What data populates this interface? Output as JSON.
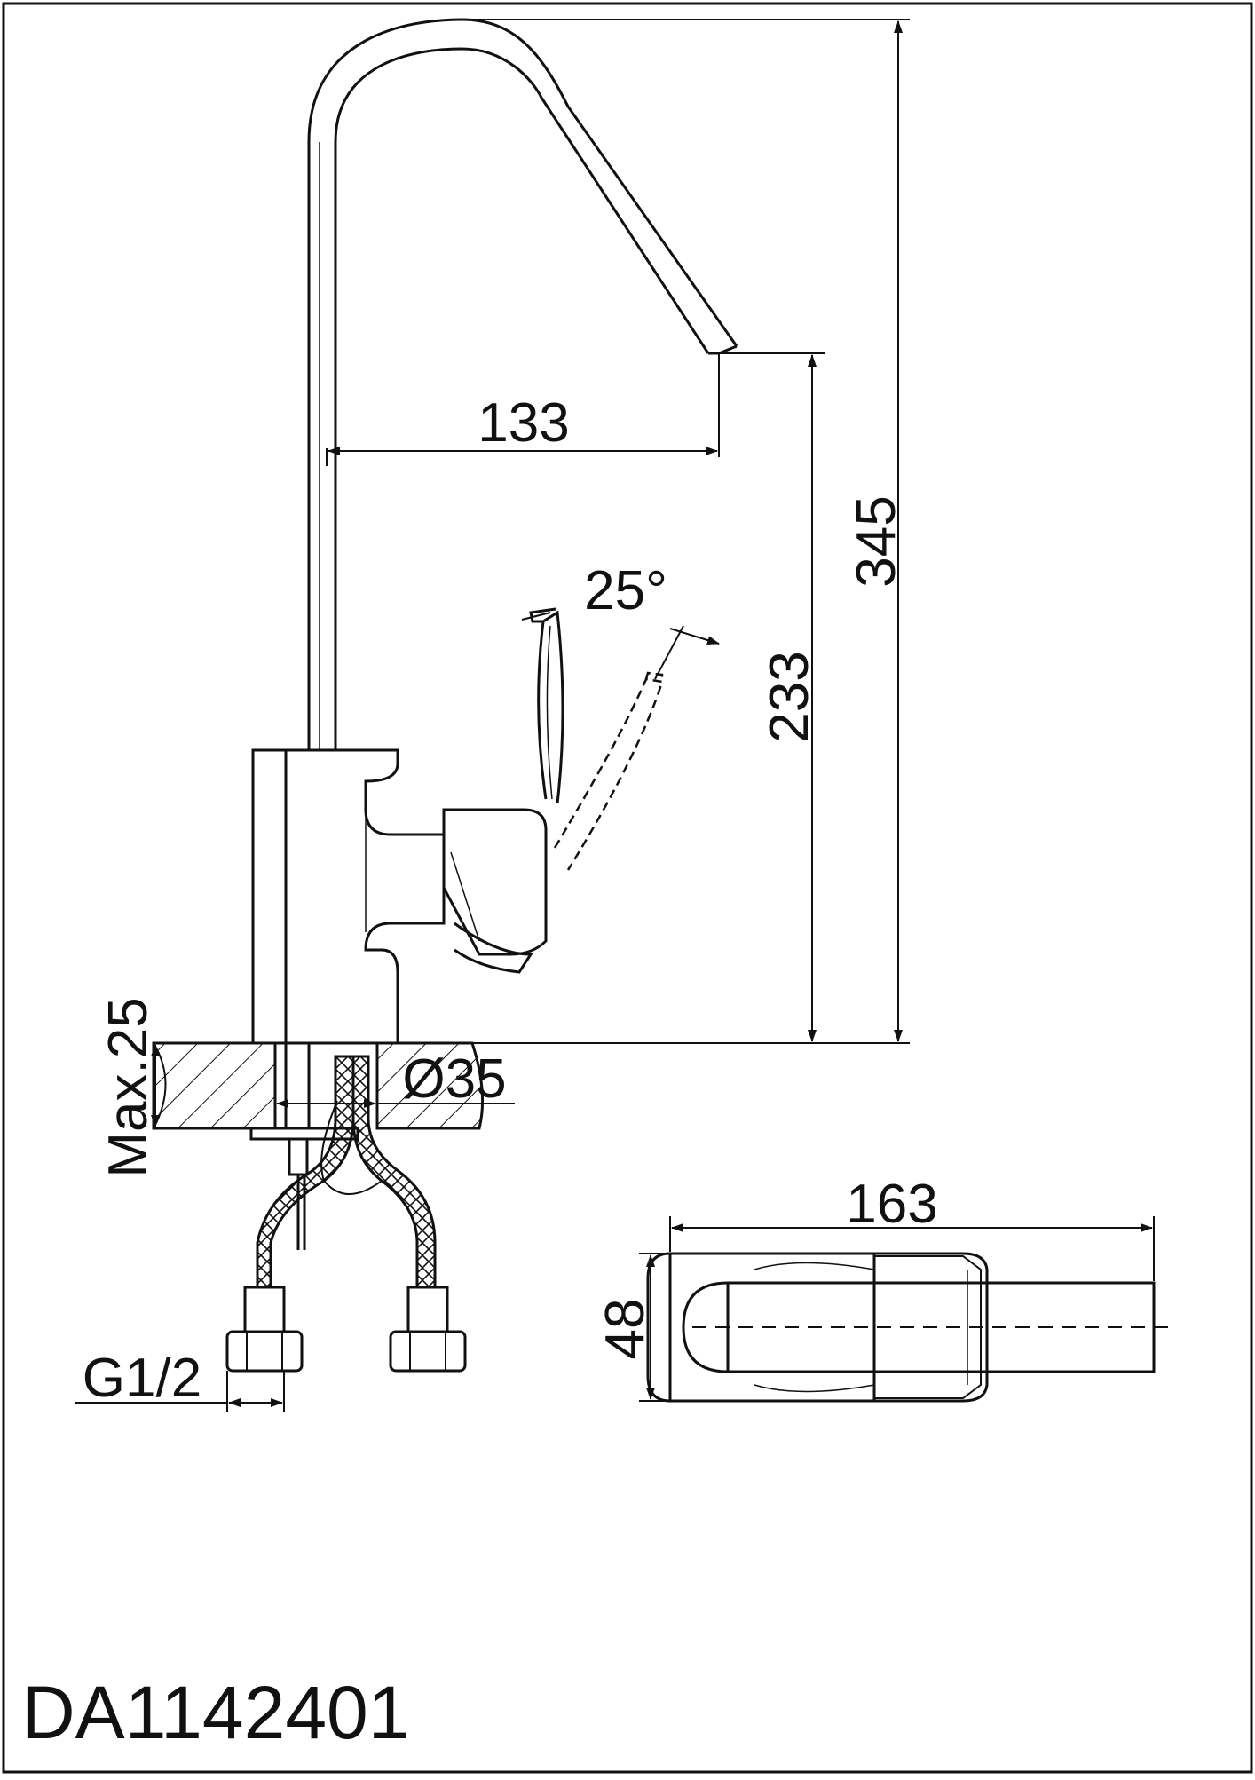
{
  "drawing": {
    "model_code": "DA1142401",
    "line_color": "#111111",
    "background_color": "#ffffff"
  },
  "dimensions": {
    "spout_reach": "133",
    "total_height": "345",
    "spout_height": "233",
    "lever_angle": "25°",
    "max_deck_thickness": "Max.25",
    "hole_diameter": "Ø35",
    "connection_thread": "G1/2",
    "top_view_length": "163",
    "top_view_width": "48"
  }
}
